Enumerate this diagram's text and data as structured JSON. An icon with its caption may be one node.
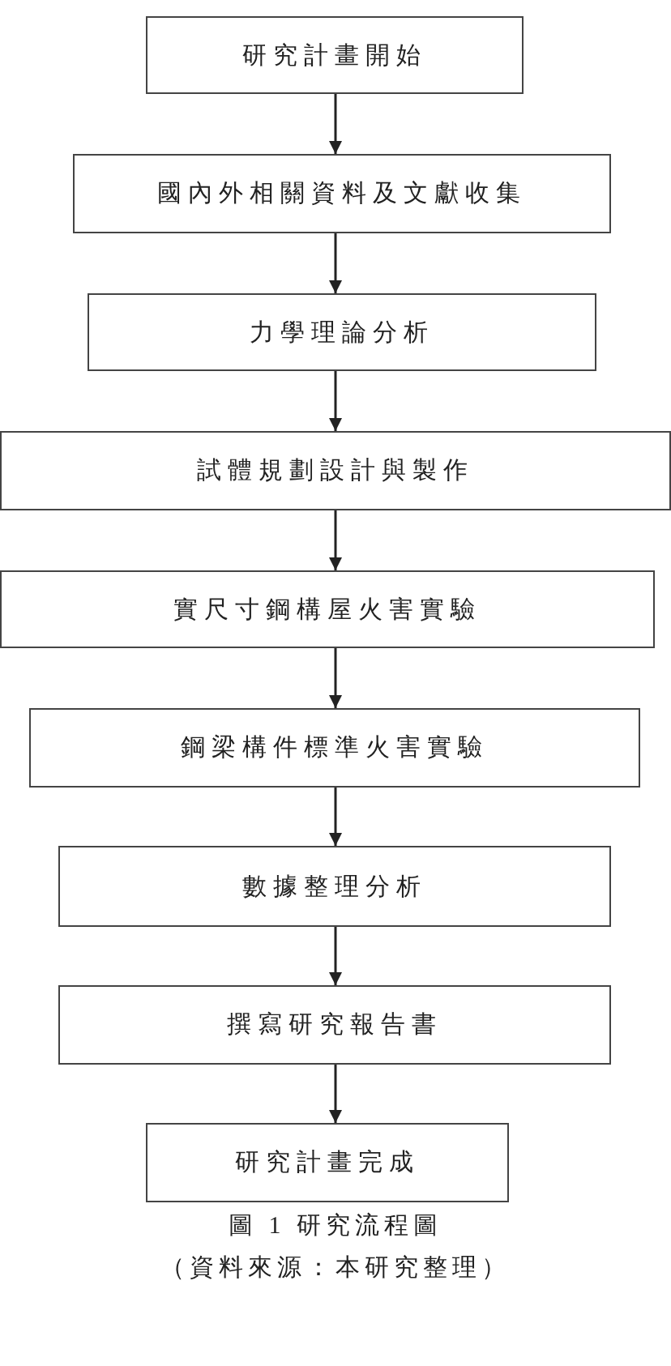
{
  "diagram": {
    "caption": "圖 1 研究流程圖",
    "nodes": [
      {
        "text": [
          "研究計畫開始"
        ]
      },
      {
        "text": [
          "國內外相關資料及文獻收集"
        ]
      },
      {
        "text": [
          "力學理論分析"
        ]
      },
      {
        "text": [
          "試體規劃設計與製作"
        ]
      },
      {
        "text": [
          "實尺寸鋼構屋火害實驗"
        ]
      },
      {
        "text": [
          "鋼梁構件標準火害實驗"
        ]
      },
      {
        "text": [
          "數據整理分析"
        ]
      },
      {
        "text": [
          "撰寫研究報告書"
        ]
      },
      {
        "text": [
          "研究計畫完成"
        ]
      }
    ],
    "edges": [
      {
        "from": 0,
        "to": 1,
        "arrow": "to"
      },
      {
        "from": 1,
        "to": 2,
        "arrow": "to"
      },
      {
        "from": 2,
        "to": 3,
        "arrow": "to"
      },
      {
        "from": 3,
        "to": 4,
        "arrow": "to"
      },
      {
        "from": 4,
        "to": 5,
        "arrow": "to"
      },
      {
        "from": 5,
        "to": 6,
        "arrow": "to"
      },
      {
        "from": 6,
        "to": 7,
        "arrow": "to"
      },
      {
        "from": 7,
        "to": 8,
        "arrow": "to"
      }
    ],
    "labels": [
      "（資料來源：本研究整理）"
    ]
  }
}
